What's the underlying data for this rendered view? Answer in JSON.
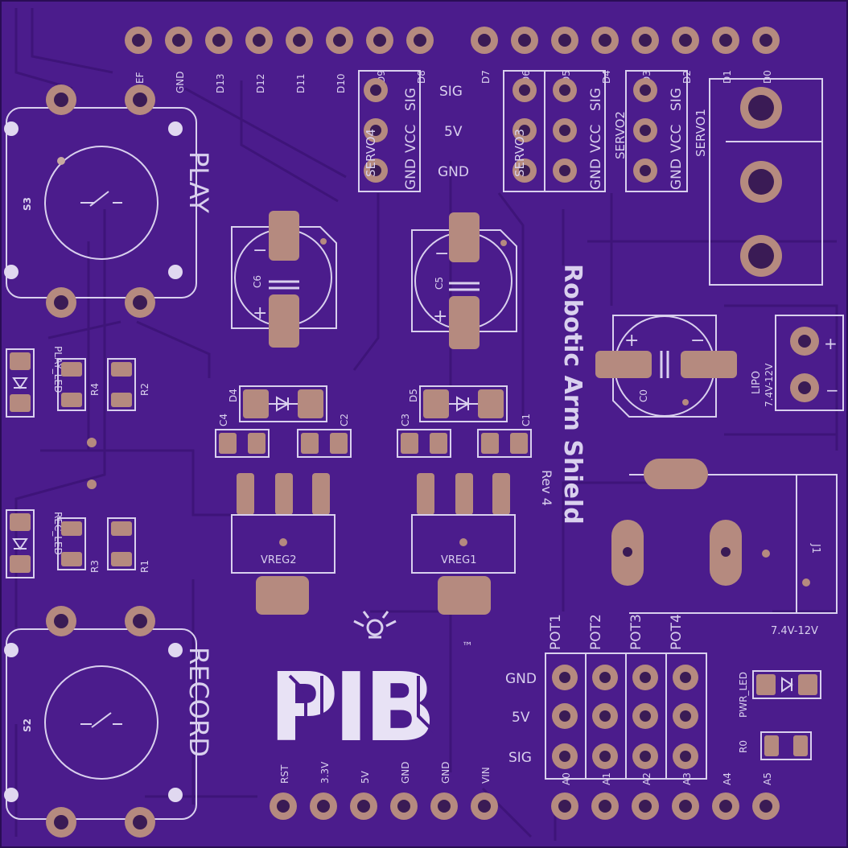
{
  "board": {
    "title": "Robotic Arm Shield",
    "revision": "Rev 4",
    "logo": "PIB",
    "trademark": "™",
    "colors": {
      "substrate": "#4b1c8c",
      "silkscreen": "#d9d0ee",
      "copper": "#b58a7f"
    }
  },
  "header_top_left": [
    "EF",
    "GND",
    "D13",
    "D12",
    "D11",
    "D10",
    "D9",
    "D8"
  ],
  "header_top_right": [
    "D7",
    "D6",
    "D5",
    "D4",
    "D3",
    "D2",
    "D1",
    "D0"
  ],
  "header_bottom_left": [
    "RST",
    "3.3V",
    "5V",
    "GND",
    "GND",
    "VIN"
  ],
  "header_bottom_right": [
    "A0",
    "A1",
    "A2",
    "A3",
    "A4",
    "A5"
  ],
  "servo_connectors": [
    "SERVO4",
    "SERVO3",
    "SERVO2",
    "SERVO1"
  ],
  "servo_pin_labels": [
    "GND",
    "VCC",
    "SIG"
  ],
  "servo_side_labels": [
    "SIG",
    "5V",
    "GND"
  ],
  "pot_connectors": [
    "POT1",
    "POT2",
    "POT3",
    "POT4"
  ],
  "pot_side_labels": [
    "GND",
    "5V",
    "SIG"
  ],
  "buttons": {
    "play": {
      "ref": "S3",
      "label": "PLAY"
    },
    "record": {
      "ref": "S2",
      "label": "RECORD"
    }
  },
  "leds": {
    "play": "PLAY_LED",
    "rec": "REC_LED",
    "power": "PWR_LED"
  },
  "resistors": [
    "R4",
    "R2",
    "R3",
    "R1",
    "R0"
  ],
  "capacitors_electrolytic": [
    "C6",
    "C5",
    "C0"
  ],
  "capacitors_small": [
    "C4",
    "C2",
    "C3",
    "C1"
  ],
  "diodes": [
    "D4",
    "D5"
  ],
  "regulators": [
    "VREG2",
    "VREG1"
  ],
  "polarity": {
    "plus": "+",
    "minus": "−"
  },
  "lipo": {
    "ref": "LIPO",
    "rating": "7.4V-12V"
  },
  "jack": {
    "ref": "J1",
    "rating": "7.4V-12V"
  }
}
